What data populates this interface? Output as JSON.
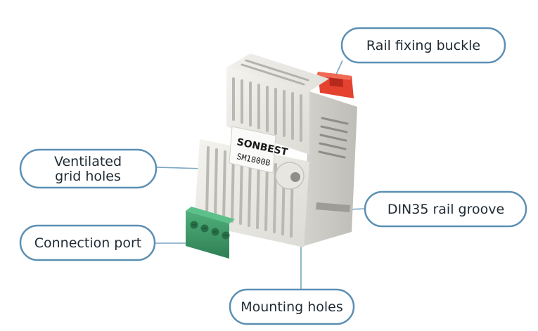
{
  "device": {
    "brand": "SONBEST",
    "model": "SM1800B"
  },
  "callouts": {
    "rail_fixing_buckle": "Rail fixing buckle",
    "ventilated_line1": "Ventilated",
    "ventilated_line2": "grid holes",
    "din_rail_groove": "DIN35 rail groove",
    "connection_port": "Connection port",
    "mounting_holes": "Mounting holes"
  },
  "colors": {
    "callout_border": "#5b8fb4",
    "leader_line": "#7aa6c4",
    "housing": "#ecebe6",
    "buckle": "#e4412f",
    "terminal": "#3e9a68"
  }
}
